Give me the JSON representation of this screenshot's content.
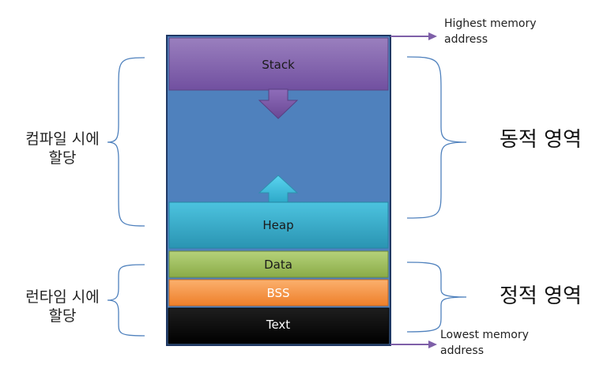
{
  "segments": {
    "stack": "Stack",
    "heap": "Heap",
    "data": "Data",
    "bss": "BSS",
    "text": "Text"
  },
  "address": {
    "highest_line1": "Highest memory",
    "highest_line2": "address",
    "lowest_line1": "Lowest memory",
    "lowest_line2": "address"
  },
  "left_labels": {
    "top_line1": "컴파일 시에",
    "top_line2": "할당",
    "bottom_line1": "런타임 시에",
    "bottom_line2": "할당"
  },
  "right_labels": {
    "dynamic": "동적 영역",
    "static": "정적 영역"
  },
  "colors": {
    "outer_border": "#1f3864",
    "free_area": "#4f81bd",
    "stack": "#8064a2",
    "stack_arrow": "#7a559e",
    "heap": "#31a9c6",
    "heap_arrow": "#3fc2e0",
    "data": "#9bbb59",
    "bss": "#f79646",
    "text": "#111111",
    "brace": "#4f81bd",
    "address_arrow": "#7e5fa8"
  }
}
